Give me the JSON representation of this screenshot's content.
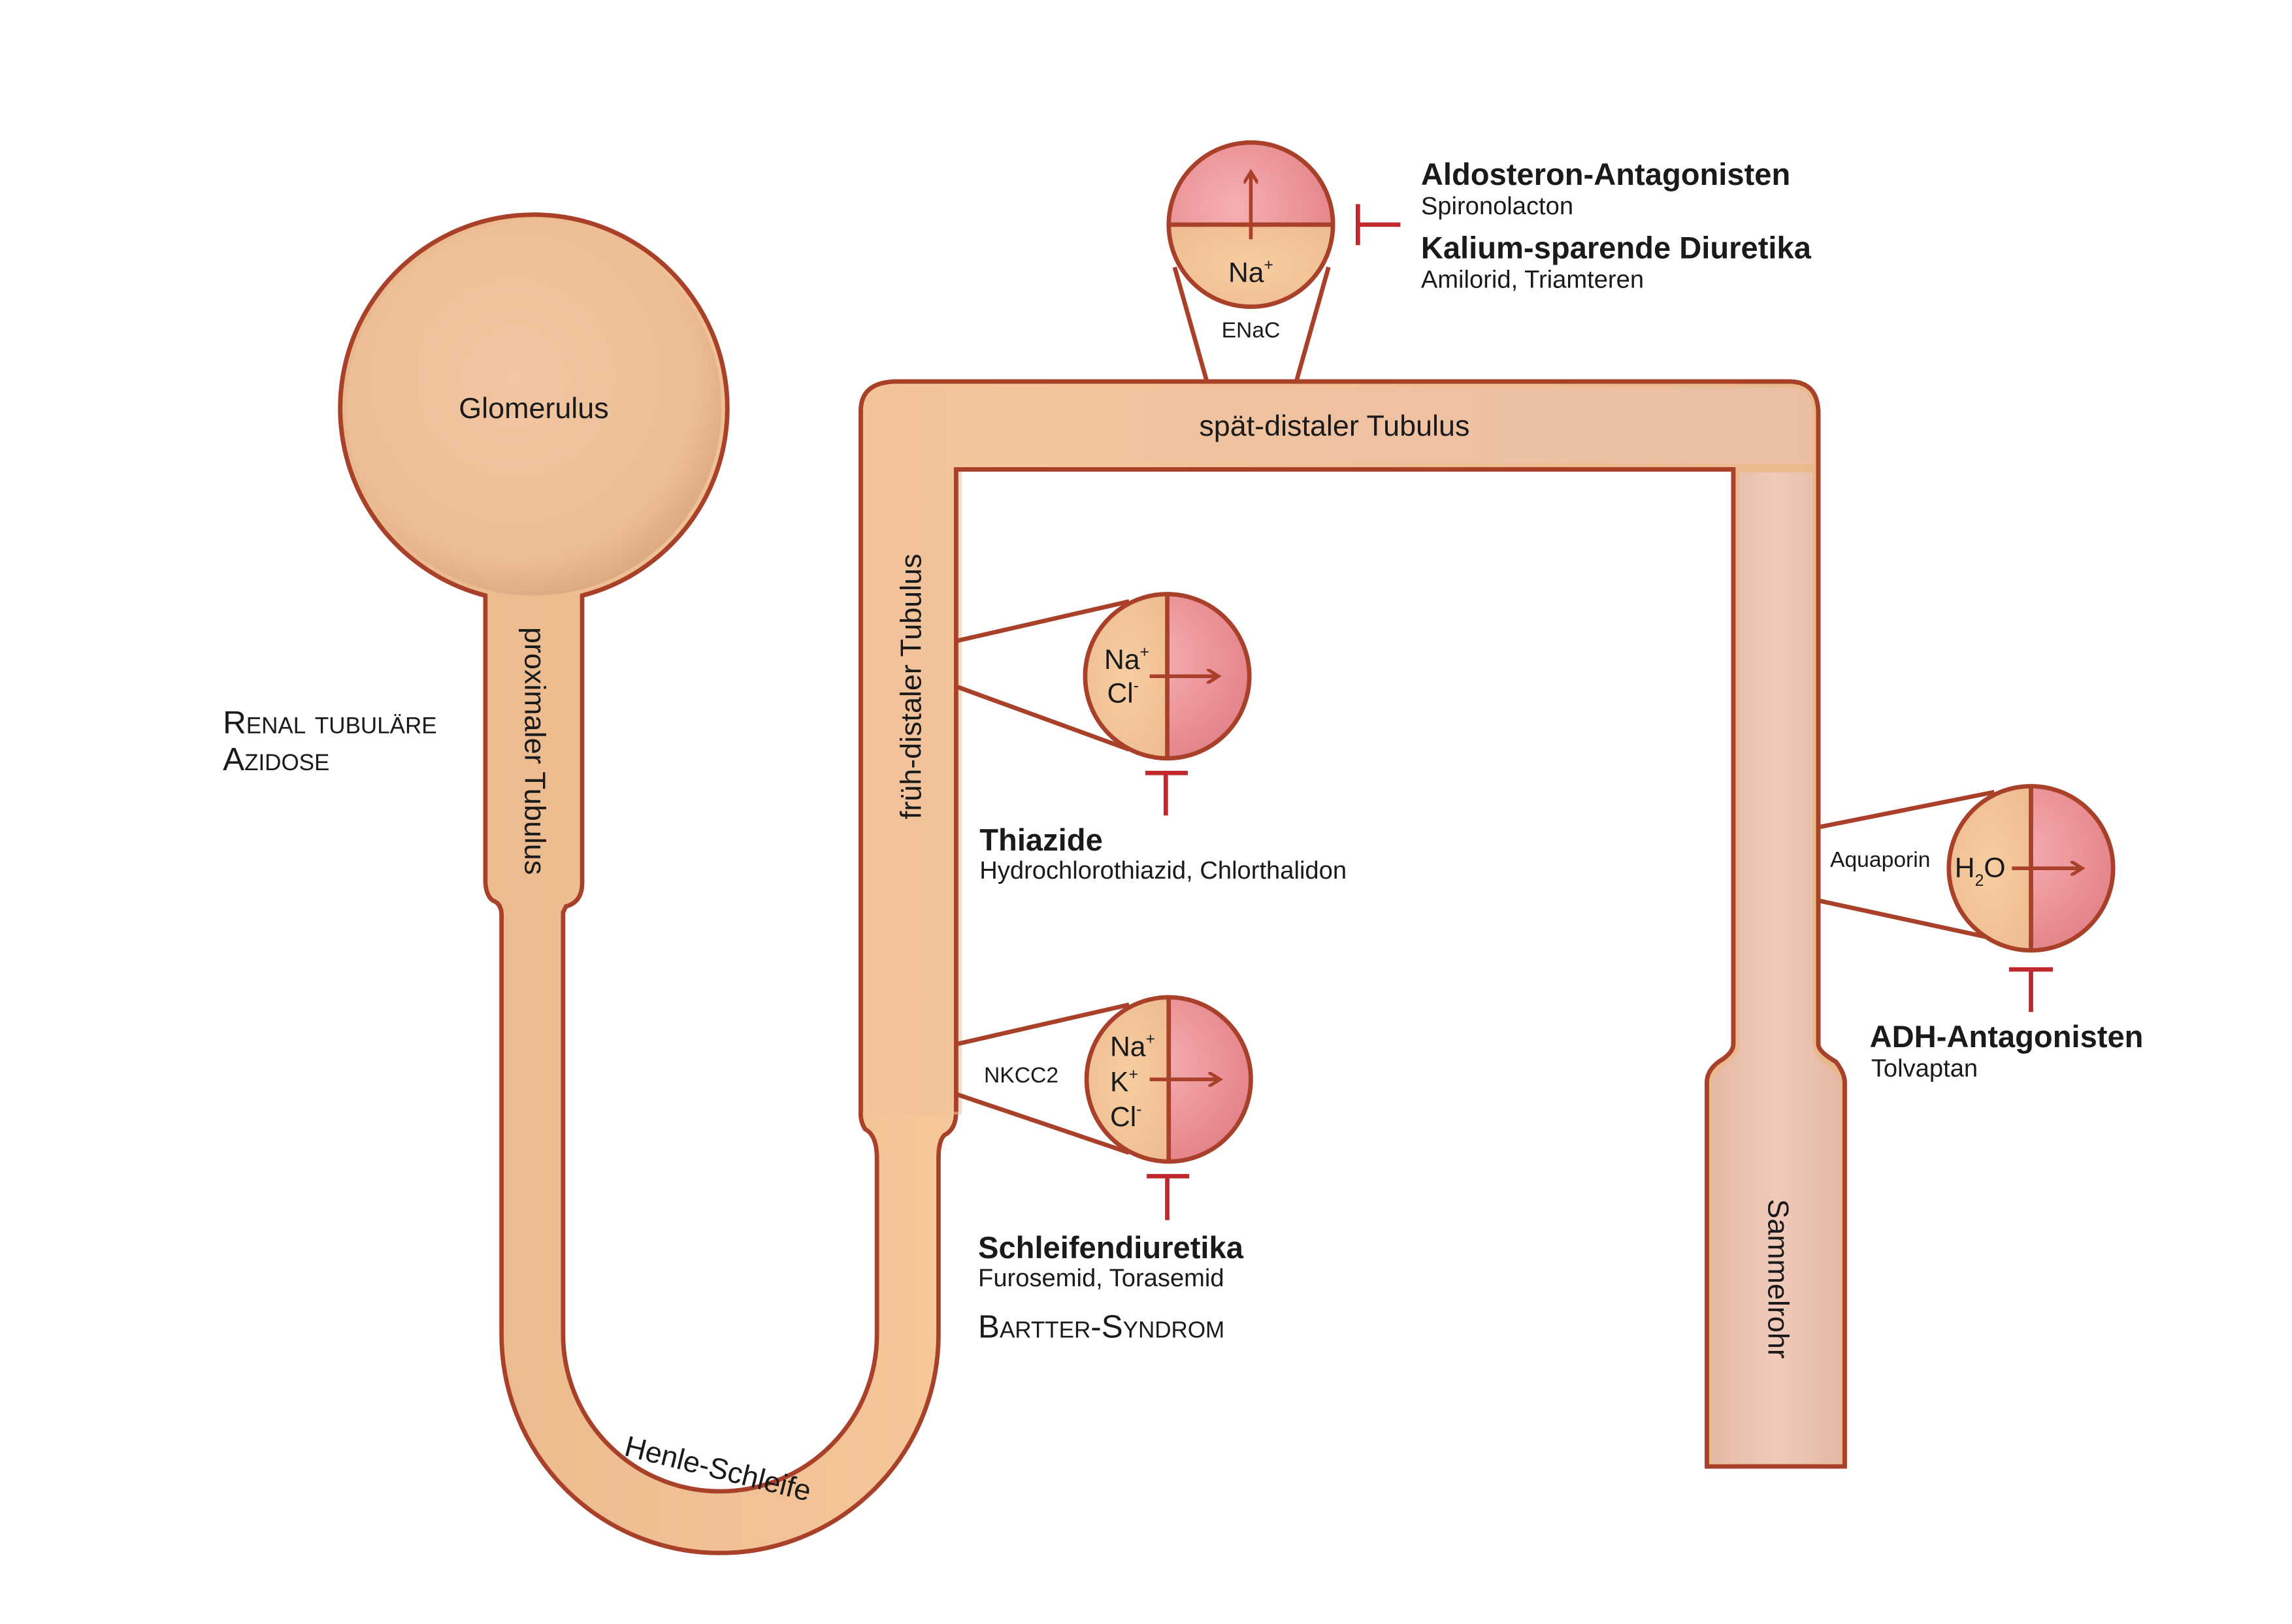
{
  "colors": {
    "outline": "#a8402a",
    "tubule_early": "#f3c296",
    "tubule_late": "#e9c1b5",
    "glomerulus": "#efc29c",
    "channel_red": "#e8838a",
    "channel_skin": "#f1c397",
    "inhibitor": "#c0282d"
  },
  "labels": {
    "glomerulus": "Glomerulus",
    "proximal": "proximaler Tubulus",
    "henle": "Henle-Schleife",
    "early_distal": "früh-distaler Tubulus",
    "late_distal": "spät-distaler Tubulus",
    "collecting_duct": "Sammelrohr"
  },
  "side_notes": {
    "rta_line1": "Renal tubuläre",
    "rta_line2": "Azidose",
    "bartter": "Bartter-Syndrom"
  },
  "channels": {
    "enac": {
      "name": "ENaC",
      "ion": "Na",
      "ion_sup": "+",
      "icon": "arrow-up-icon"
    },
    "ncc": {
      "ion1": "Na",
      "ion1_sup": "+",
      "ion2": "Cl",
      "ion2_sup": "-",
      "icon": "arrow-right-icon"
    },
    "nkcc2": {
      "name": "NKCC2",
      "ion1": "Na",
      "ion1_sup": "+",
      "ion2": "K",
      "ion2_sup": "+",
      "ion3": "Cl",
      "ion3_sup": "-",
      "icon": "arrow-right-icon"
    },
    "aquaporin": {
      "name": "Aquaporin",
      "mol_h": "H",
      "mol_sub": "2",
      "mol_o": "O",
      "icon": "arrow-right-icon"
    }
  },
  "drugs": {
    "aldosterone": {
      "title": "Aldosteron-Antagonisten",
      "examples": "Spironolacton"
    },
    "k_sparing": {
      "title": "Kalium-sparende Diuretika",
      "examples": "Amilorid, Triamteren"
    },
    "thiazide": {
      "title": "Thiazide",
      "examples": "Hydrochlorothiazid, Chlorthalidon"
    },
    "loop": {
      "title": "Schleifendiuretika",
      "examples": "Furosemid, Torasemid"
    },
    "adh": {
      "title": "ADH-Antagonisten",
      "examples": "Tolvaptan"
    }
  }
}
